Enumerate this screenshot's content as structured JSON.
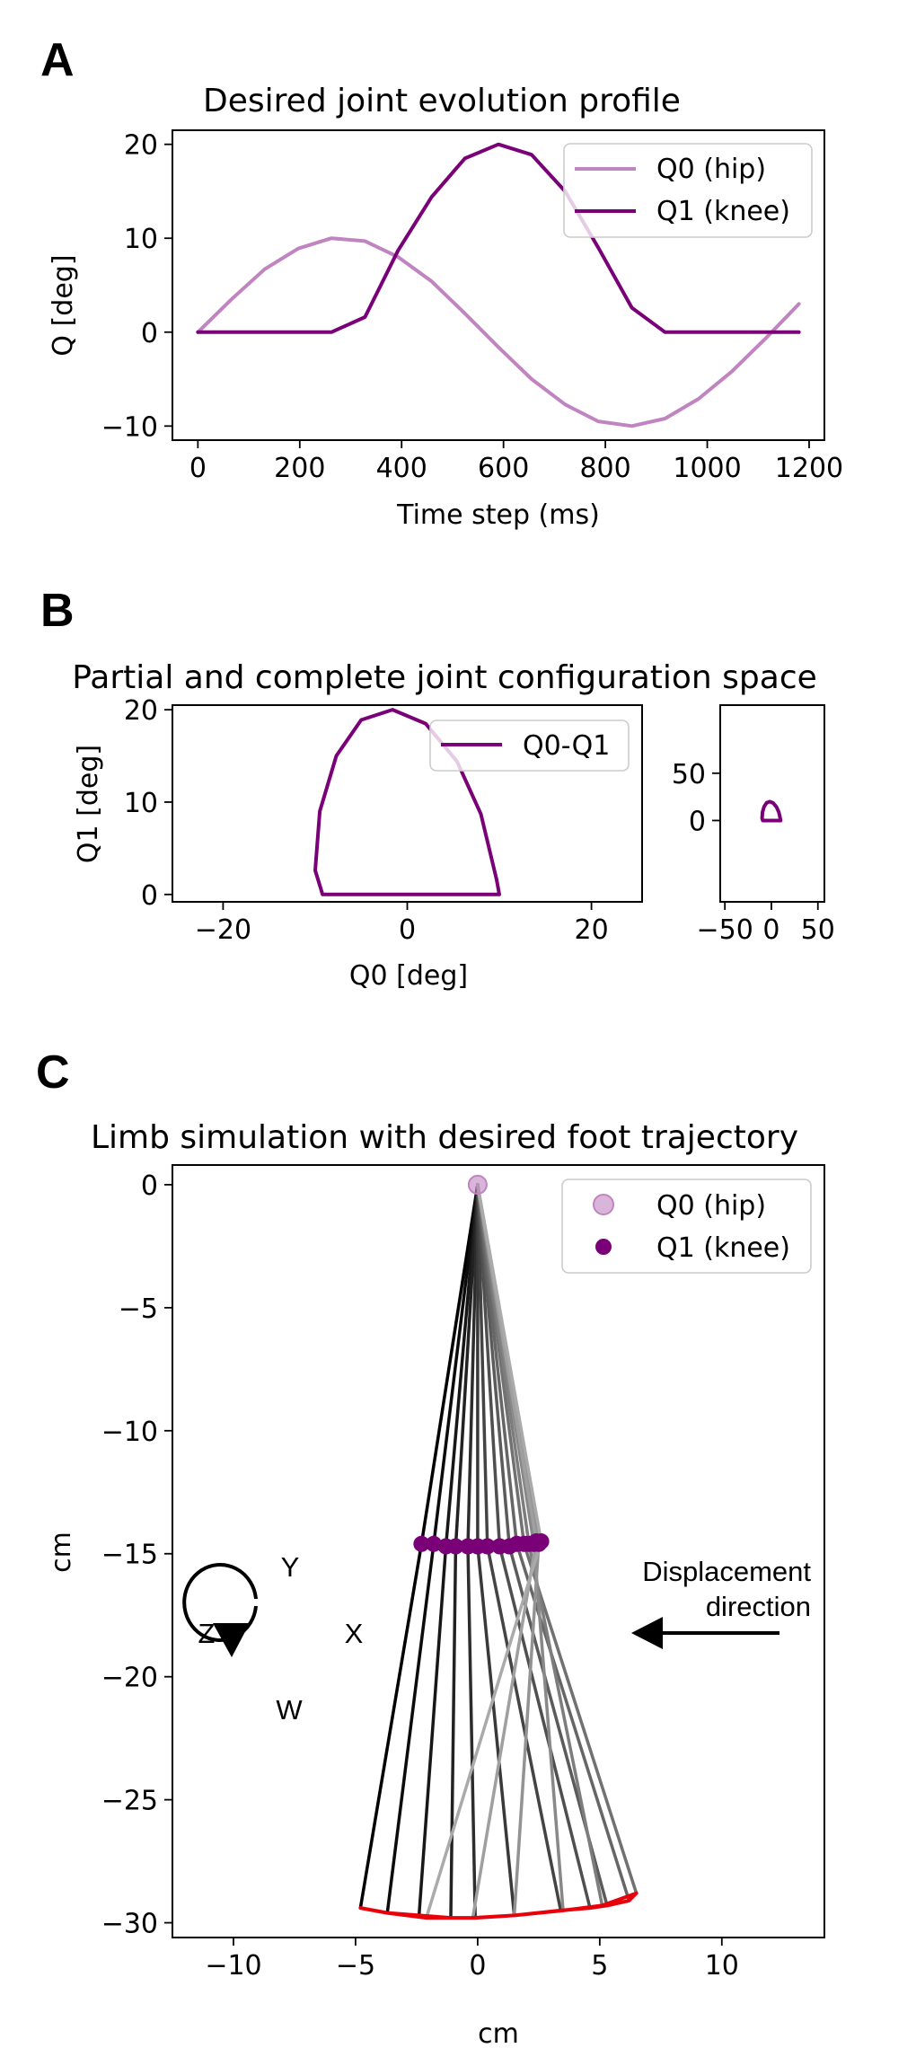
{
  "panels": {
    "A": {
      "letter": "A"
    },
    "B": {
      "letter": "B"
    },
    "C": {
      "letter": "C"
    }
  },
  "chart_data": [
    {
      "id": "A",
      "type": "line",
      "title": "Desired joint evolution profile",
      "xlabel": "Time step (ms)",
      "ylabel": "Q [deg]",
      "xlim": [
        -50,
        1230
      ],
      "ylim": [
        -11.5,
        21.5
      ],
      "xticks": [
        0,
        200,
        400,
        600,
        800,
        1000,
        1200
      ],
      "yticks": [
        -10,
        0,
        10,
        20
      ],
      "grid": false,
      "legend_position": "top-right",
      "series": [
        {
          "name": "Q0 (hip)",
          "color": "#c084c0",
          "x": [
            0,
            66,
            131,
            197,
            262,
            328,
            393,
            459,
            524,
            590,
            655,
            721,
            786,
            852,
            917,
            983,
            1048,
            1114,
            1180
          ],
          "y": [
            0,
            3.5,
            6.7,
            8.9,
            10.0,
            9.7,
            8.0,
            5.4,
            2.0,
            -1.6,
            -5.0,
            -7.7,
            -9.5,
            -10.0,
            -9.2,
            -7.1,
            -4.2,
            -0.7,
            3.0
          ]
        },
        {
          "name": "Q1 (knee)",
          "color": "#7a0078",
          "x": [
            0,
            66,
            131,
            197,
            262,
            328,
            393,
            459,
            524,
            590,
            655,
            721,
            786,
            852,
            917,
            983,
            1048,
            1114,
            1180
          ],
          "y": [
            0,
            0,
            0,
            0,
            0,
            1.6,
            8.7,
            14.4,
            18.5,
            20.0,
            18.9,
            15.0,
            9.0,
            2.6,
            0,
            0,
            0,
            0,
            0
          ]
        }
      ]
    },
    {
      "id": "B",
      "type": "line",
      "title": "Partial and complete joint configuration space",
      "xlabel": "Q0 [deg]",
      "ylabel": "Q1 [deg]",
      "xlim": [
        -25.5,
        25.5
      ],
      "ylim": [
        -0.8,
        20.5
      ],
      "xticks": [
        -20,
        0,
        20
      ],
      "yticks": [
        0,
        10,
        20
      ],
      "grid": false,
      "legend_position": "top-right",
      "series": [
        {
          "name": "Q0-Q1",
          "color": "#7a0078",
          "x": [
            0,
            3.5,
            6.7,
            8.9,
            10.0,
            9.7,
            8.0,
            5.4,
            2.0,
            -1.6,
            -5.0,
            -7.7,
            -9.5,
            -10.0,
            -9.2,
            -7.1,
            -4.2,
            -0.7,
            3.0,
            0
          ],
          "y": [
            0,
            0,
            0,
            0,
            0,
            1.6,
            8.7,
            14.4,
            18.5,
            20.0,
            18.9,
            15.0,
            9.0,
            2.6,
            0,
            0,
            0,
            0,
            0,
            0
          ]
        }
      ]
    },
    {
      "id": "B-inset",
      "type": "line",
      "xlim": [
        -55,
        57
      ],
      "ylim": [
        -86,
        122
      ],
      "xticks": [
        -50,
        0,
        50
      ],
      "xticklabels": [
        "−50",
        "0",
        "50"
      ],
      "yticks": [
        0,
        50
      ],
      "grid": false,
      "series": [
        {
          "color": "#7a0078",
          "x": [
            0,
            3.5,
            6.7,
            8.9,
            10.0,
            9.7,
            8.0,
            5.4,
            2.0,
            -1.6,
            -5.0,
            -7.7,
            -9.5,
            -10.0,
            -9.2,
            -7.1,
            -4.2,
            -0.7,
            3.0,
            0
          ],
          "y": [
            0,
            0,
            0,
            0,
            0,
            1.6,
            8.7,
            14.4,
            18.5,
            20.0,
            18.9,
            15.0,
            9.0,
            2.6,
            0,
            0,
            0,
            0,
            0,
            0
          ]
        }
      ]
    },
    {
      "id": "C",
      "type": "scatter",
      "title": "Limb simulation with desired foot trajectory",
      "xlabel": "cm",
      "ylabel": "cm",
      "xlim": [
        -12.5,
        14.2
      ],
      "ylim": [
        -30.6,
        0.8
      ],
      "xticks": [
        -10,
        -5,
        0,
        5,
        10
      ],
      "yticks": [
        0,
        -5,
        -10,
        -15,
        -20,
        -25,
        -30
      ],
      "grid": false,
      "legend_position": "top-right",
      "legend": [
        {
          "name": "Q0 (hip)",
          "color": "#c084c0",
          "marker": "circle-light"
        },
        {
          "name": "Q1 (knee)",
          "color": "#7a0078",
          "marker": "circle"
        }
      ],
      "hip": {
        "x": 0,
        "y": 0
      },
      "knees": {
        "x": [
          -2.3,
          -1.8,
          -1.3,
          -0.9,
          -0.4,
          0,
          0.4,
          0.9,
          1.3,
          1.6,
          1.9,
          2.1,
          2.3,
          2.5,
          2.4,
          2.6
        ],
        "y": [
          -14.6,
          -14.6,
          -14.7,
          -14.7,
          -14.7,
          -14.7,
          -14.7,
          -14.7,
          -14.7,
          -14.6,
          -14.6,
          -14.6,
          -14.6,
          -14.6,
          -14.5,
          -14.5
        ]
      },
      "feet": {
        "x": [
          -4.8,
          -3.7,
          -2.4,
          -1.1,
          -0.1,
          1.5,
          3.4,
          4.6,
          5.3,
          6.2,
          6.5,
          5.1,
          3.5,
          1.5,
          -0.2,
          -2.1,
          -3.7,
          -4.8
        ],
        "y": [
          -29.4,
          -29.6,
          -29.7,
          -29.8,
          -29.8,
          -29.7,
          -29.5,
          -29.4,
          -29.3,
          -29.1,
          -28.8,
          -29.3,
          -29.5,
          -29.7,
          -29.8,
          -29.8,
          -29.6,
          -29.4
        ]
      },
      "foot_trajectory_color": "#e8000b",
      "annotations": {
        "rotation": {
          "y": "Y",
          "x": "X",
          "z": "Z",
          "w": "W"
        },
        "displacement": {
          "line1": "Displacement",
          "line2": "direction"
        }
      }
    }
  ]
}
